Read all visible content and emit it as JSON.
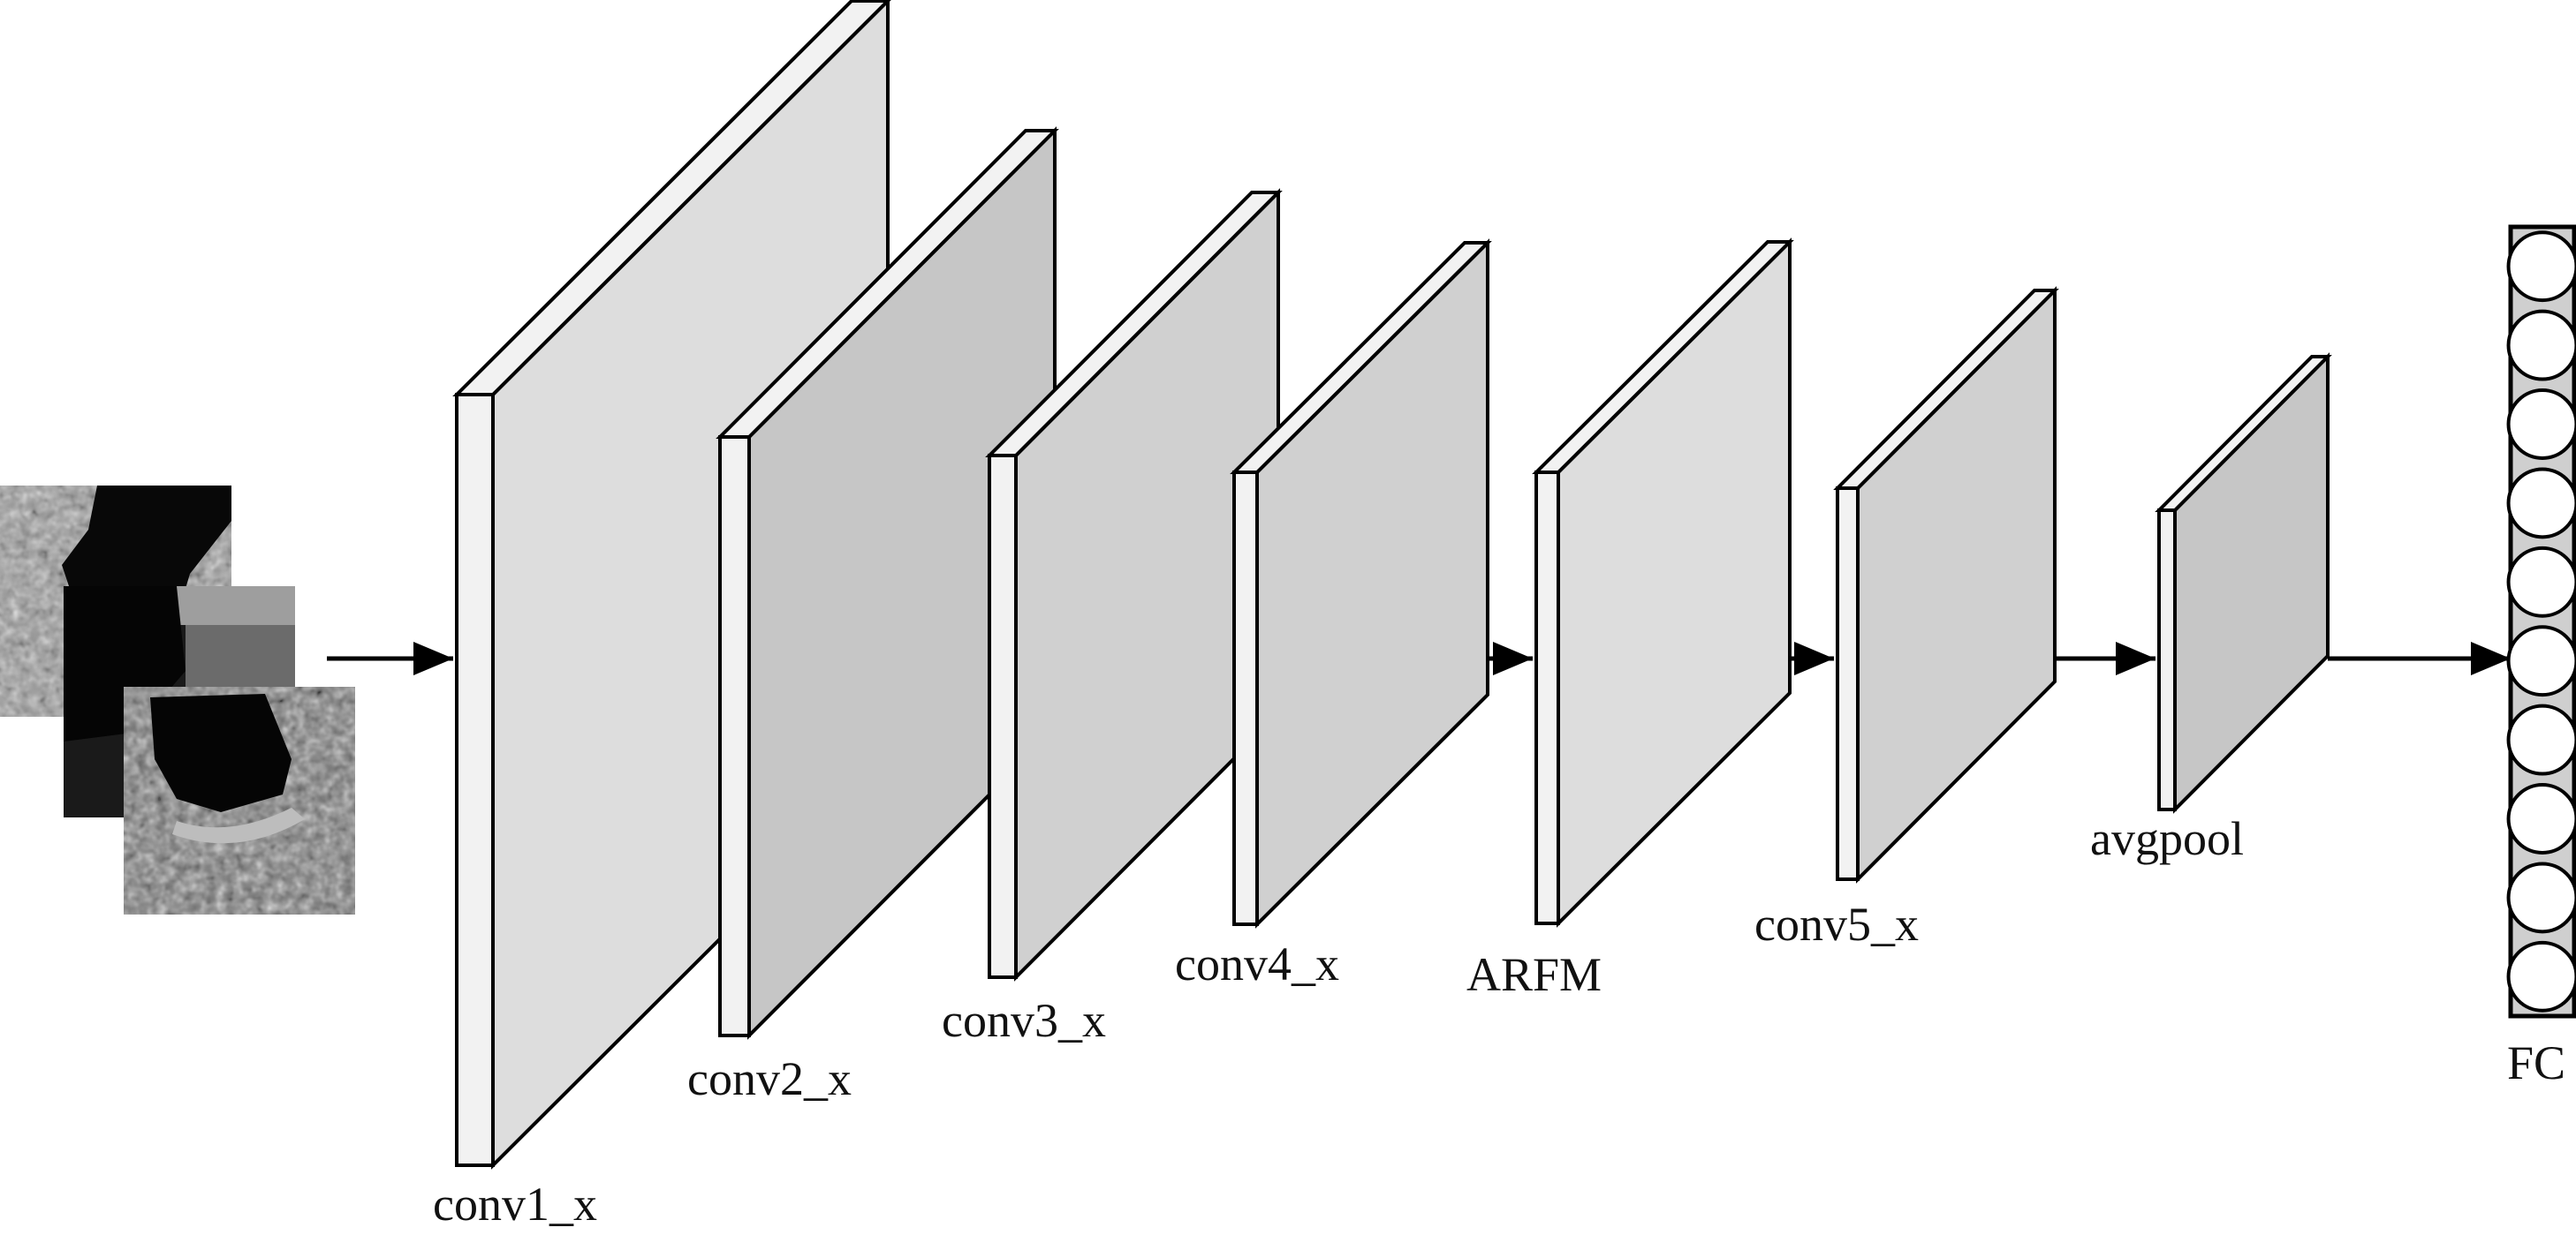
{
  "colors": {
    "stroke": "#000000",
    "edge": "#f2f2f2",
    "face_light": "#dddddd",
    "face_mid": "#d0d0d0",
    "face_dark": "#c6c6c6",
    "fc_fill": "#cfcfcf",
    "node_fill": "#ffffff"
  },
  "input": {
    "icon": "input-image-stack-icon",
    "image_count": 3
  },
  "layers": [
    {
      "id": "conv1",
      "label": "conv1_x"
    },
    {
      "id": "conv2",
      "label": "conv2_x"
    },
    {
      "id": "conv3",
      "label": "conv3_x"
    },
    {
      "id": "conv4",
      "label": "conv4_x"
    },
    {
      "id": "arfm",
      "label": "ARFM"
    },
    {
      "id": "conv5",
      "label": "conv5_x"
    },
    {
      "id": "avgpool",
      "label": "avgpool"
    }
  ],
  "fc": {
    "label": "FC",
    "node_count": 10
  }
}
